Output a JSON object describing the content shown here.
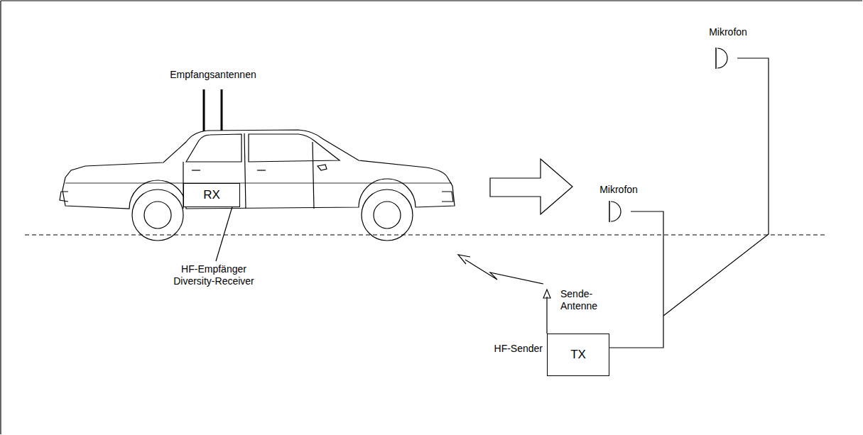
{
  "diagram": {
    "nodes": [
      {
        "text": [
          "RX"
        ]
      },
      {
        "text": [
          "TX"
        ]
      }
    ],
    "labels": [
      "Empfangsantennen",
      "Mikrofon",
      "Mikrofon",
      "HF-Empfänger Diversity-Receiver",
      "Sende- Antenne",
      "HF-Sender"
    ]
  }
}
